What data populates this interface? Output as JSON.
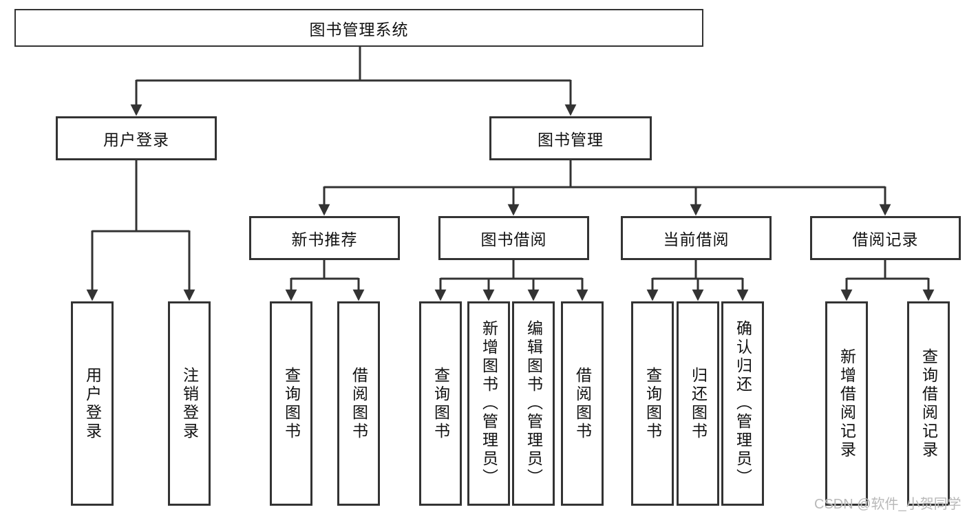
{
  "diagram": {
    "root": {
      "label": "图书管理系统"
    },
    "level1": [
      {
        "label": "用户登录"
      },
      {
        "label": "图书管理"
      }
    ],
    "level2": [
      {
        "label": "新书推荐"
      },
      {
        "label": "图书借阅"
      },
      {
        "label": "当前借阅"
      },
      {
        "label": "借阅记录"
      }
    ],
    "leaves": {
      "login": [
        "用户登录",
        "注销登录"
      ],
      "new_books": [
        "查询图书",
        "借阅图书"
      ],
      "borrow": [
        "查询图书",
        "新增图书（管理员）",
        "编辑图书（管理员）",
        "借阅图书"
      ],
      "current": [
        "查询图书",
        "归还图书",
        "确认归还（管理员）"
      ],
      "records": [
        "新增借阅记录",
        "查询借阅记录"
      ]
    },
    "colors": {
      "line": "#333333",
      "border": "#333333",
      "text": "#111111"
    }
  },
  "watermark": {
    "text": "CSDN @软件_小贺同学",
    "color": "#b9b9b9"
  }
}
